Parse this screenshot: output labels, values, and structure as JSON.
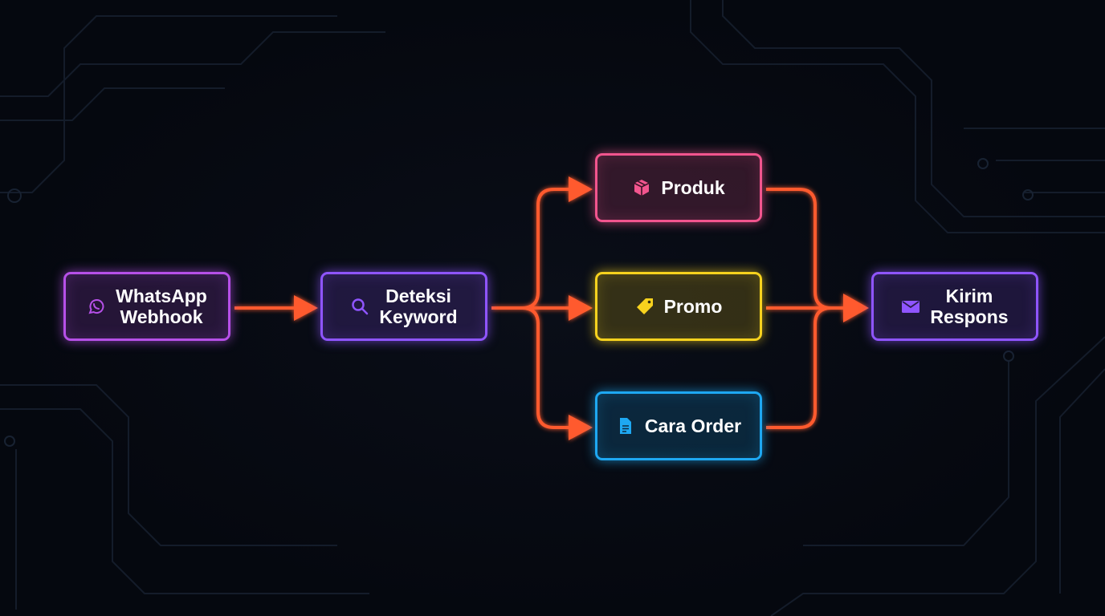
{
  "nodes": {
    "whatsapp": {
      "label_line1": "WhatsApp",
      "label_line2": "Webhook",
      "icon": "whatsapp-icon",
      "color": "#b650e8"
    },
    "deteksi": {
      "label_line1": "Deteksi",
      "label_line2": "Keyword",
      "icon": "search-icon",
      "color": "#8f55ff"
    },
    "produk": {
      "label": "Produk",
      "icon": "package-icon",
      "color": "#f2558e"
    },
    "promo": {
      "label": "Promo",
      "icon": "tag-icon",
      "color": "#f7d21e"
    },
    "cara_order": {
      "label": "Cara Order",
      "icon": "document-icon",
      "color": "#1ea8f2"
    },
    "kirim": {
      "label_line1": "Kirim",
      "label_line2": "Respons",
      "icon": "mail-icon",
      "color": "#8f55ff"
    }
  },
  "connector_color": "#ff5a2e"
}
